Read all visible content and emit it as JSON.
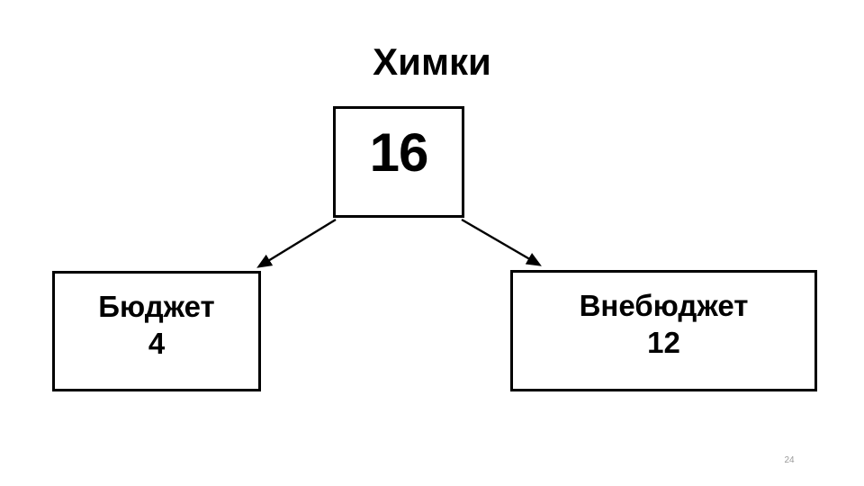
{
  "slide": {
    "title": "Химки",
    "page_number": "24",
    "colors": {
      "background": "#ffffff",
      "ink": "#000000",
      "page_number": "#9a9a9a"
    }
  },
  "diagram": {
    "type": "tree",
    "root": {
      "label": "",
      "value": "16"
    },
    "children": [
      {
        "label": "Бюджет",
        "value": "4"
      },
      {
        "label": "Внебюджет",
        "value": "12"
      }
    ],
    "connectors": [
      {
        "name": "arrow-to-budget",
        "from": "root",
        "to": "budget",
        "direction": "down-left"
      },
      {
        "name": "arrow-to-extrabudget",
        "from": "root",
        "to": "extrabudget",
        "direction": "down-right"
      }
    ]
  }
}
